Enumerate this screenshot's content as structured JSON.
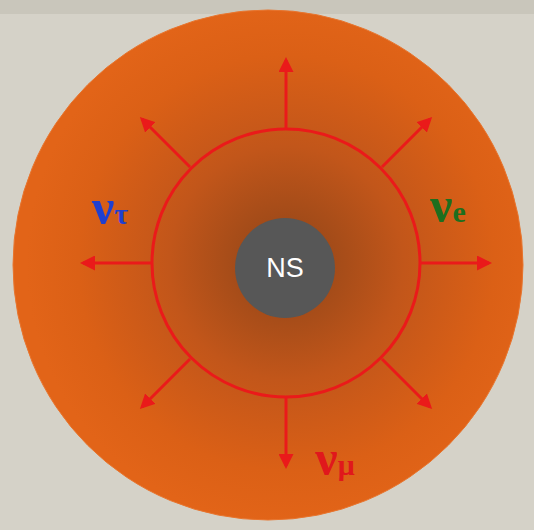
{
  "diagram": {
    "nodes": [
      {
        "text": [
          "NS"
        ]
      }
    ],
    "labels": [
      "ντ",
      "νe",
      "νμ"
    ]
  }
}
